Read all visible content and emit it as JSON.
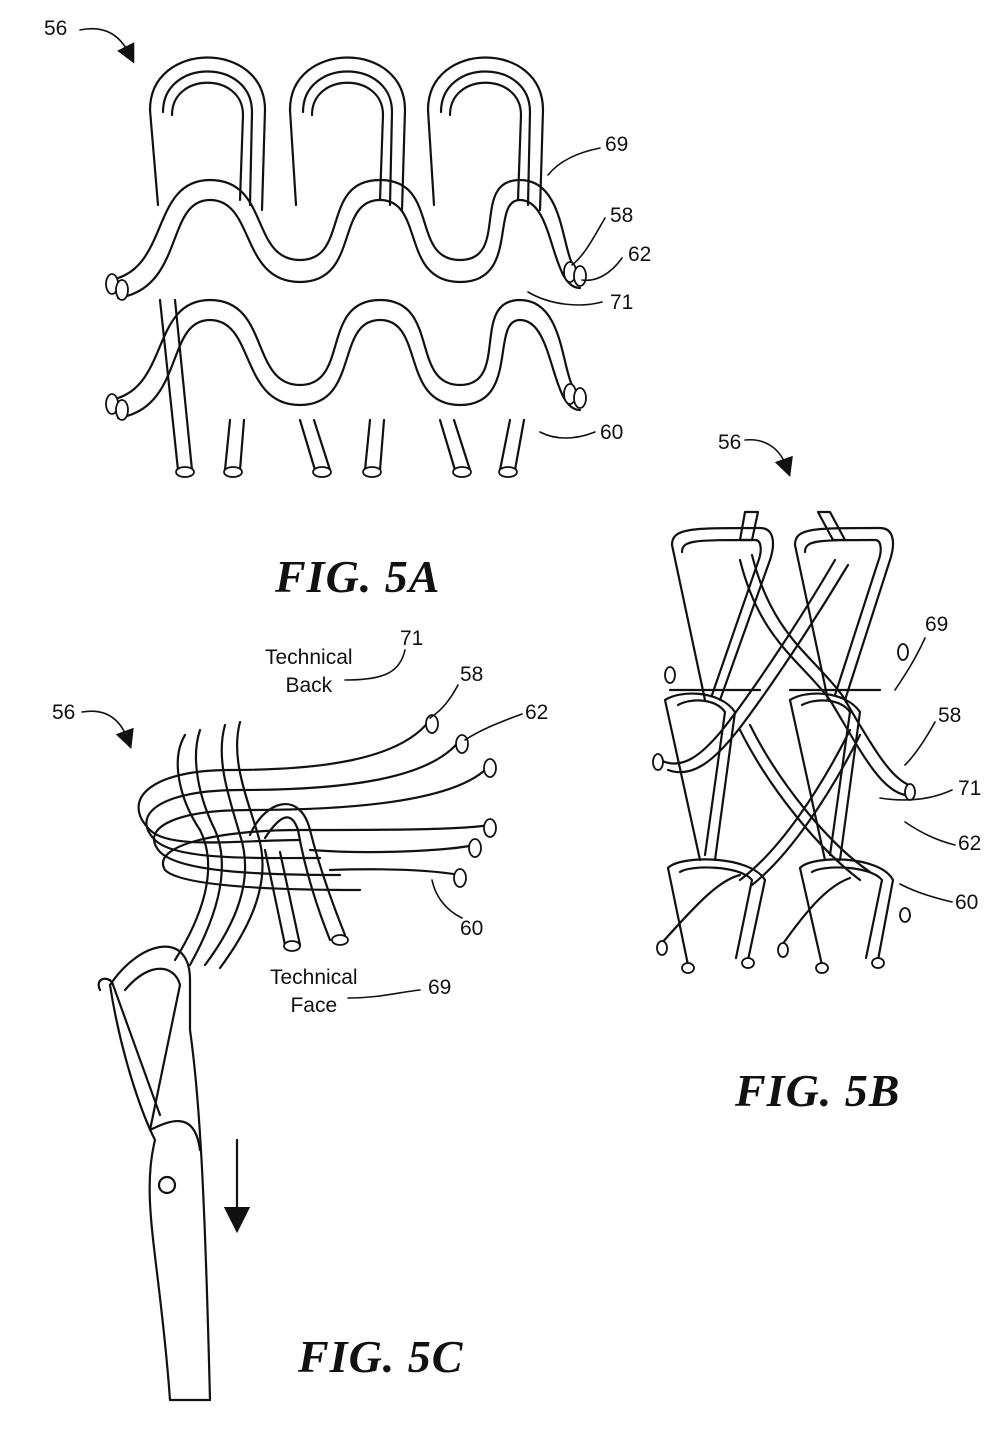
{
  "figures": {
    "fig5a": {
      "caption": "FIG. 5A",
      "labels": {
        "ref_56": "56",
        "ref_69": "69",
        "ref_58": "58",
        "ref_62": "62",
        "ref_71": "71",
        "ref_60": "60"
      }
    },
    "fig5b": {
      "caption": "FIG. 5B",
      "labels": {
        "ref_56": "56",
        "ref_69": "69",
        "ref_58": "58",
        "ref_71": "71",
        "ref_62": "62",
        "ref_60": "60"
      }
    },
    "fig5c": {
      "caption": "FIG. 5C",
      "labels": {
        "ref_56": "56",
        "ref_71": "71",
        "ref_58": "58",
        "ref_62": "62",
        "ref_60": "60",
        "ref_69": "69",
        "technical_back_line1": "Technical",
        "technical_back_line2": "Back",
        "technical_face_line1": "Technical",
        "technical_face_line2": "Face"
      }
    }
  }
}
